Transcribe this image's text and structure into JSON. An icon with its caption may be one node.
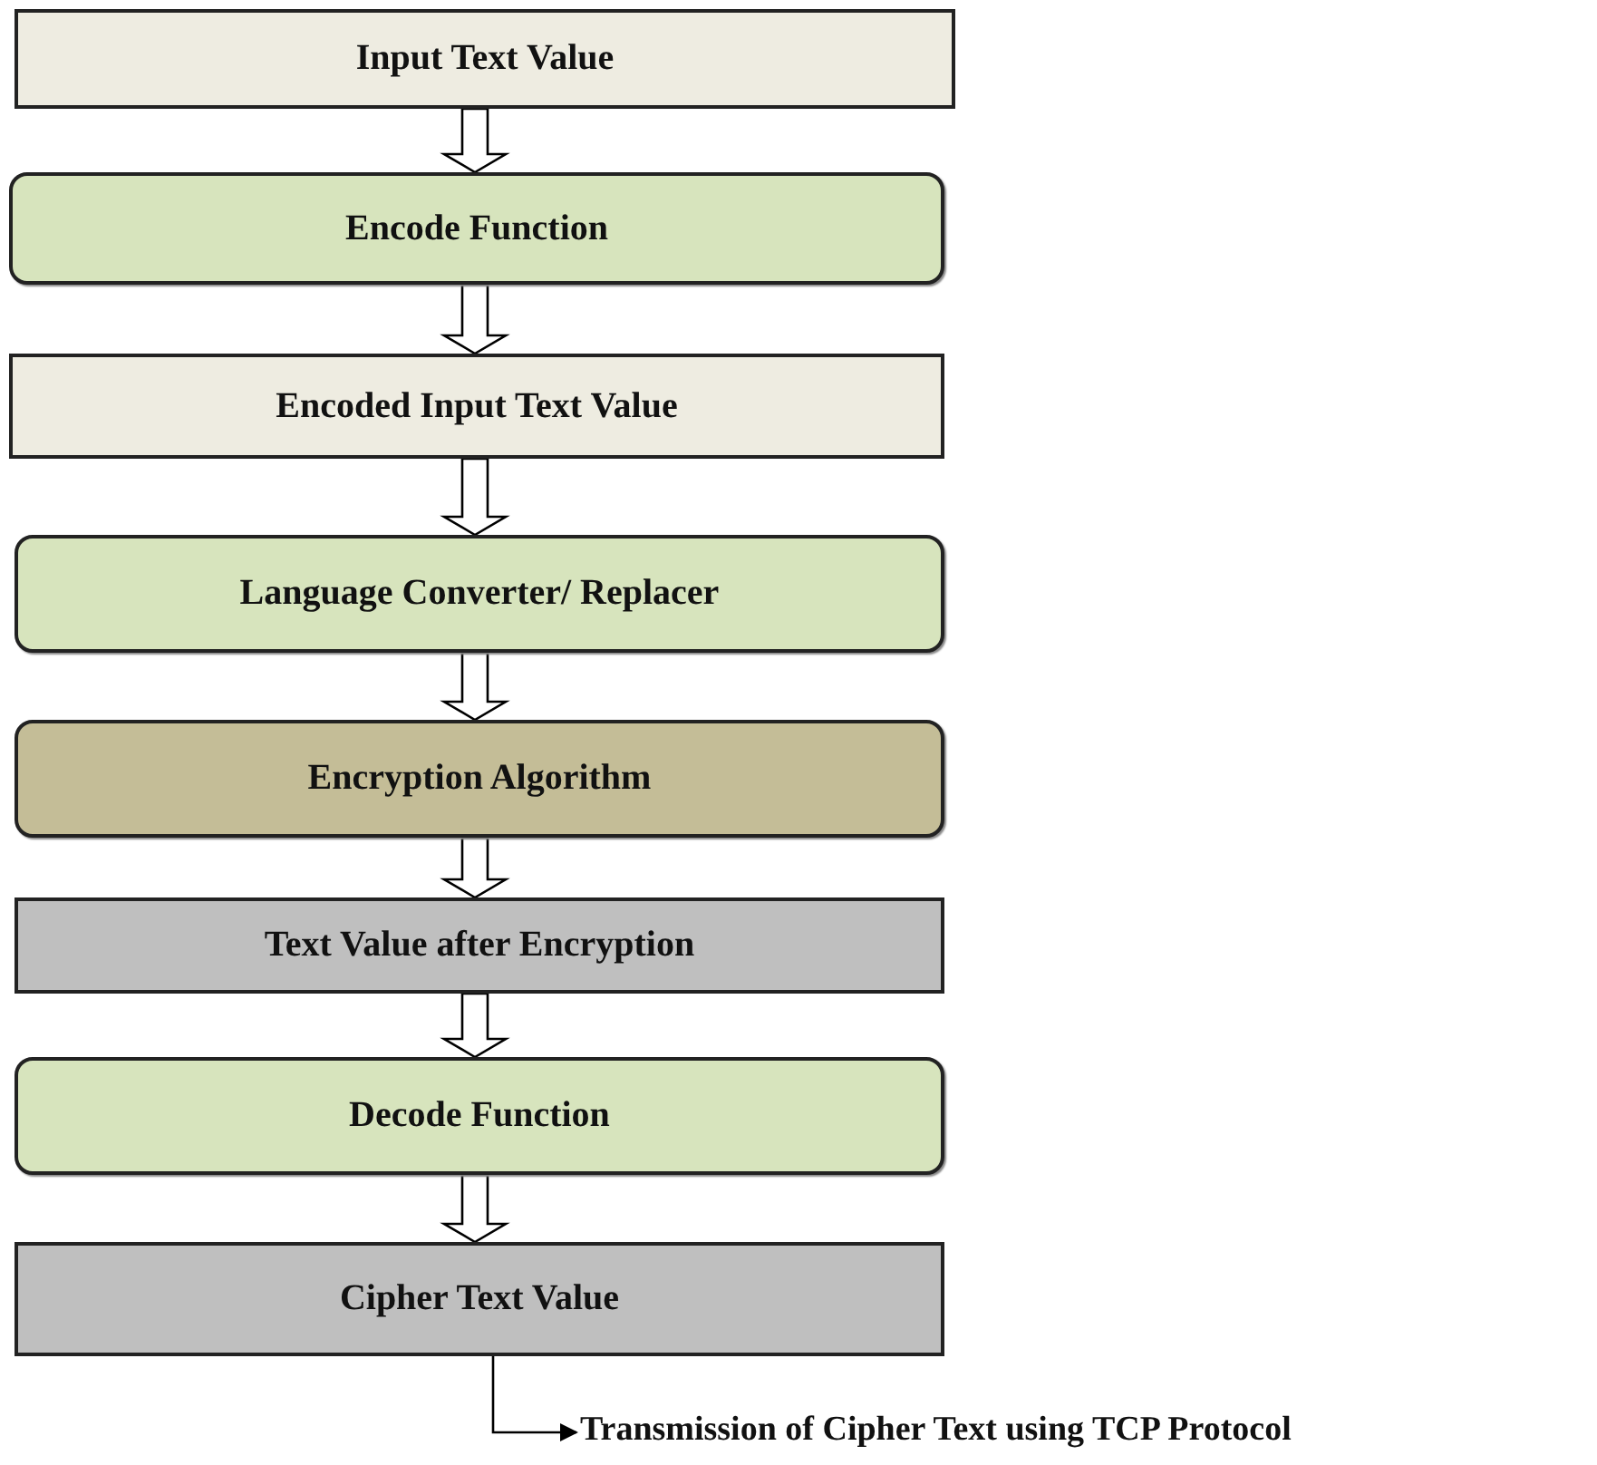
{
  "diagram": {
    "nodes": [
      {
        "text": [
          "Input Text Value"
        ]
      },
      {
        "text": [
          "Encode Function"
        ]
      },
      {
        "text": [
          "Encoded Input Text Value"
        ]
      },
      {
        "text": [
          "Language Converter/ Replacer"
        ]
      },
      {
        "text": [
          "Encryption Algorithm"
        ]
      },
      {
        "text": [
          "Text Value after Encryption"
        ]
      },
      {
        "text": [
          "Decode Function"
        ]
      },
      {
        "text": [
          "Cipher Text Value"
        ]
      },
      {
        "text": [
          "Transmission of Cipher Text using TCP Protocol"
        ]
      }
    ],
    "edges": [
      {
        "from": 0,
        "to": 1,
        "arrow": "to"
      },
      {
        "from": 1,
        "to": 2,
        "arrow": "to"
      },
      {
        "from": 2,
        "to": 3,
        "arrow": "to"
      },
      {
        "from": 3,
        "to": 4,
        "arrow": "to"
      },
      {
        "from": 4,
        "to": 5,
        "arrow": "to"
      },
      {
        "from": 5,
        "to": 6,
        "arrow": "to"
      },
      {
        "from": 6,
        "to": 7,
        "arrow": "to"
      },
      {
        "from": 7,
        "to": 8,
        "arrow": "to"
      }
    ]
  }
}
